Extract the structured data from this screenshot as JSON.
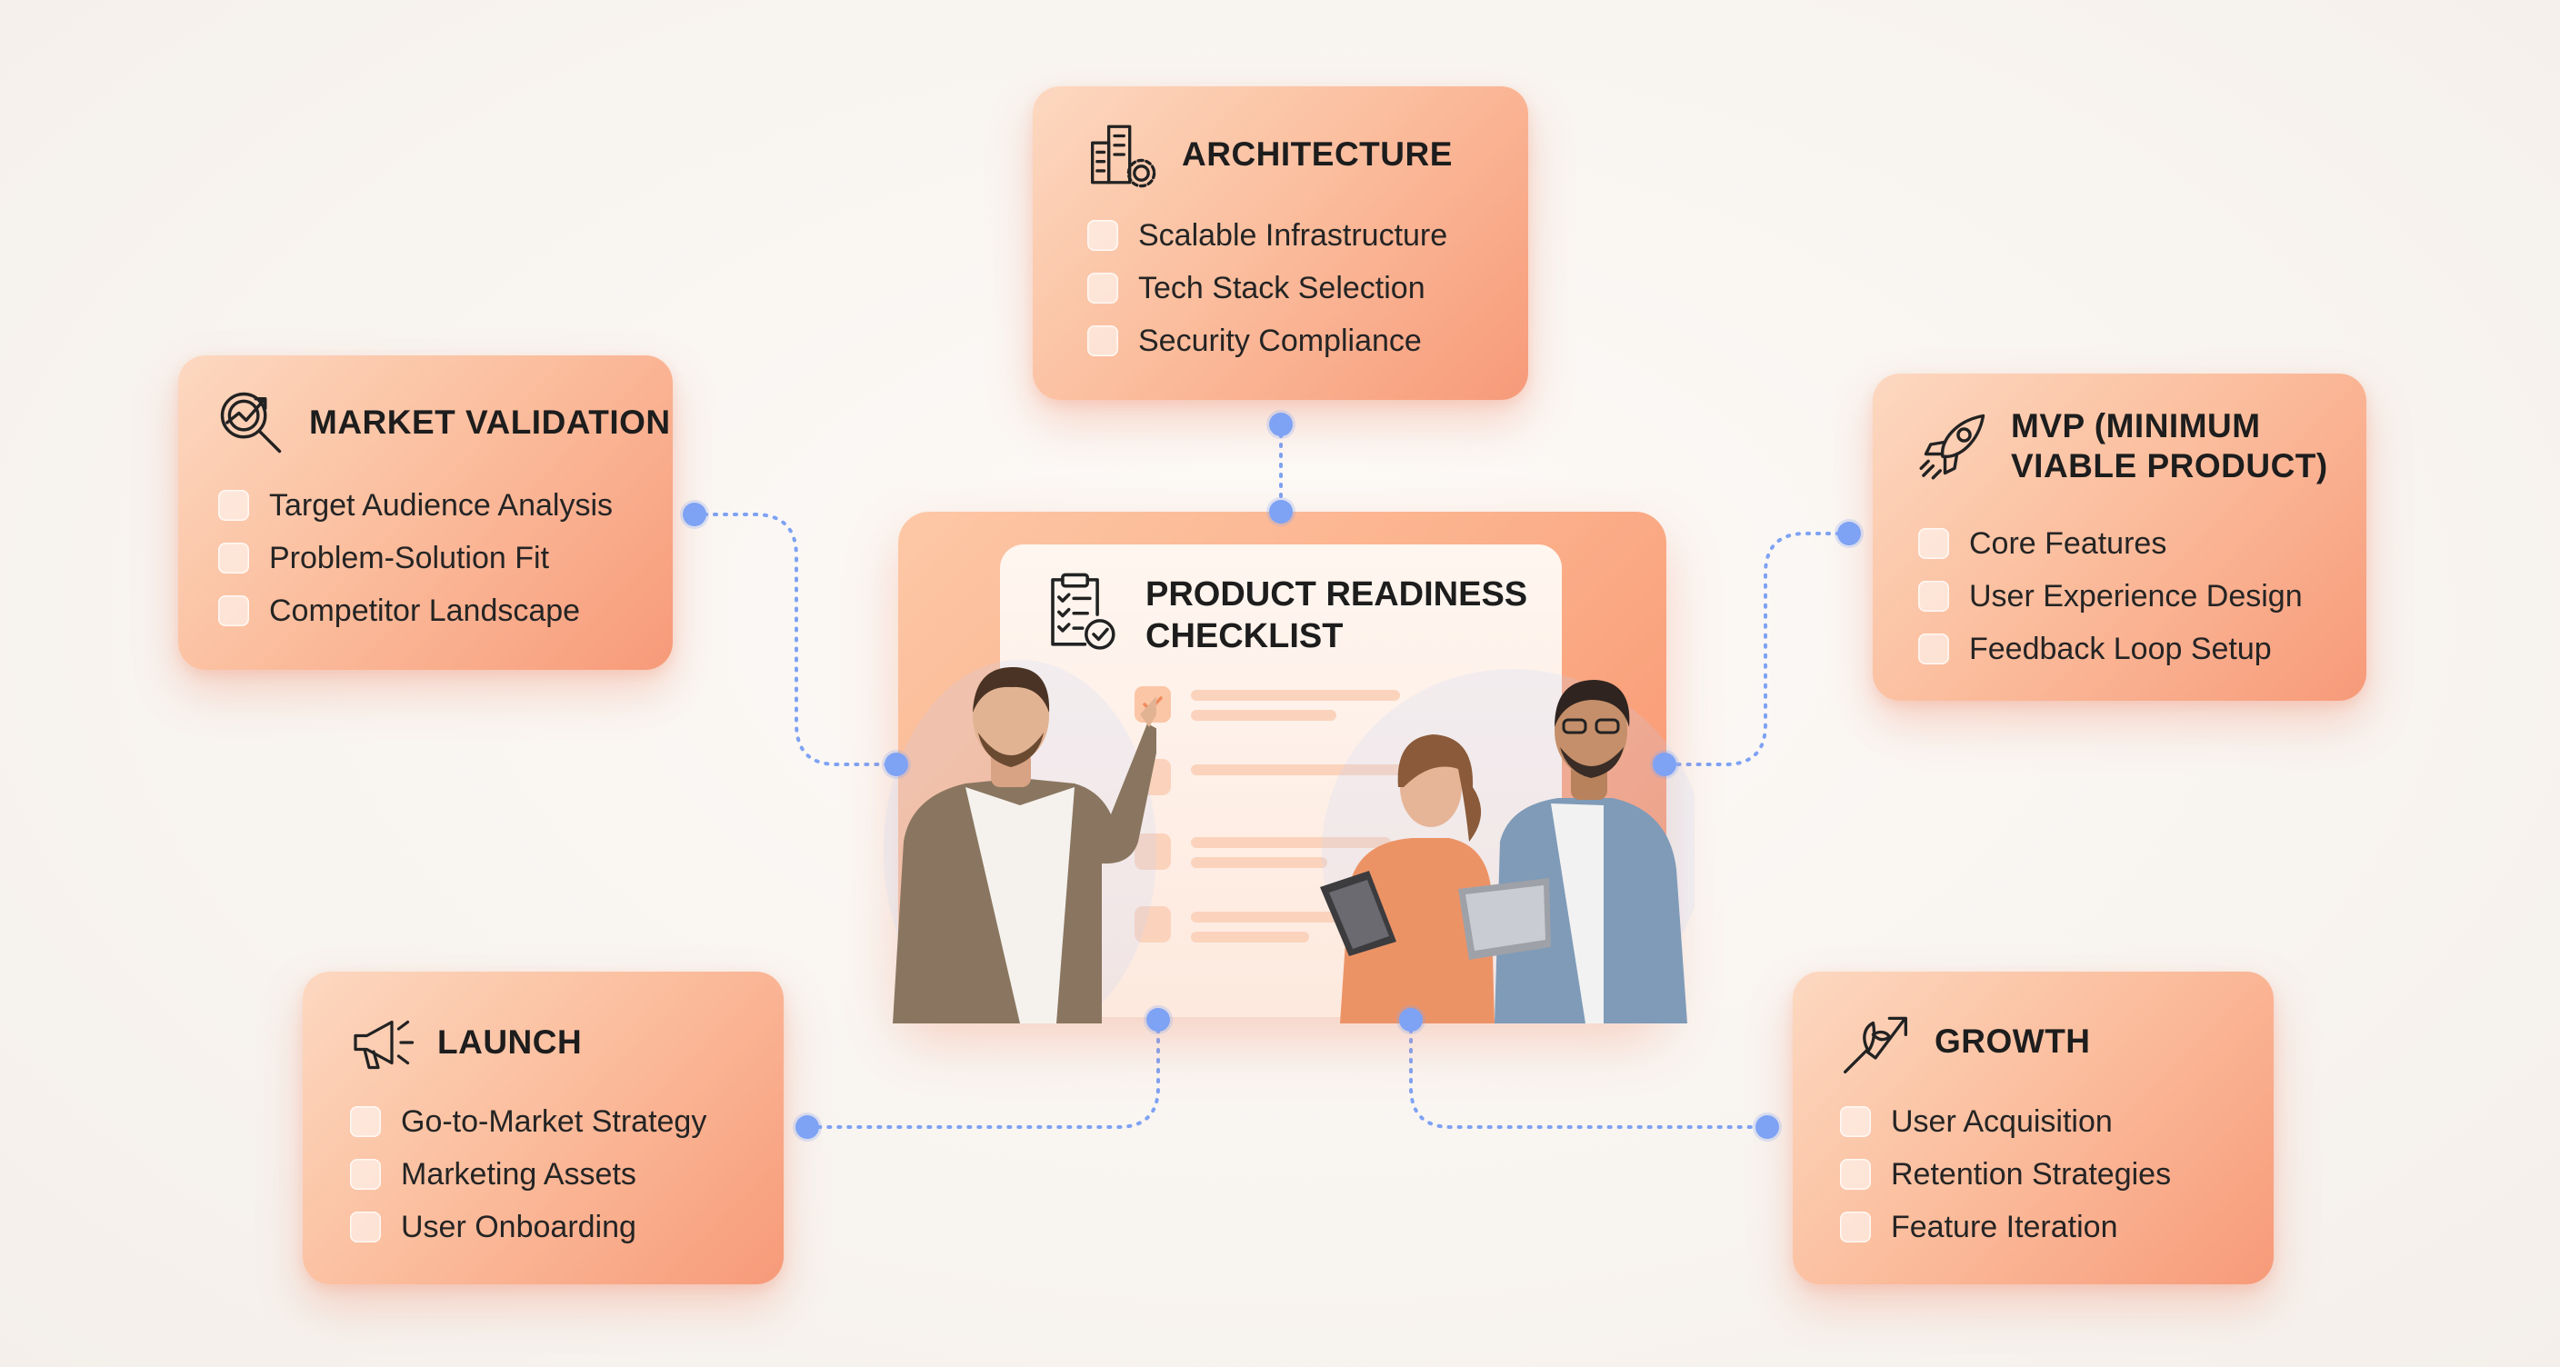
{
  "center": {
    "title_line1": "PRODUCT READINESS",
    "title_line2": "CHECKLIST"
  },
  "cards": {
    "architecture": {
      "title": "ARCHITECTURE",
      "icon": "building-gear-icon",
      "items": [
        "Scalable Infrastructure",
        "Tech Stack Selection",
        "Security Compliance"
      ]
    },
    "market": {
      "title": "MARKET VALIDATION",
      "icon": "magnifier-chart-icon",
      "items": [
        "Target Audience Analysis",
        "Problem-Solution Fit",
        "Competitor Landscape"
      ]
    },
    "mvp": {
      "title_line1": "MVP (MINIMUM",
      "title_line2": "VIABLE PRODUCT)",
      "icon": "rocket-icon",
      "items": [
        "Core Features",
        "User Experience Design",
        "Feedback Loop Setup"
      ]
    },
    "launch": {
      "title": "LAUNCH",
      "icon": "megaphone-icon",
      "items": [
        "Go-to-Market Strategy",
        "Marketing Assets",
        "User Onboarding"
      ]
    },
    "growth": {
      "title": "GROWTH",
      "icon": "growth-arrow-icon",
      "items": [
        "User Acquisition",
        "Retention Strategies",
        "Feature Iteration"
      ]
    }
  },
  "colors": {
    "card_accent": "#f79a79",
    "connector": "#7ea2f4",
    "checkmark": "#f08a5d"
  }
}
